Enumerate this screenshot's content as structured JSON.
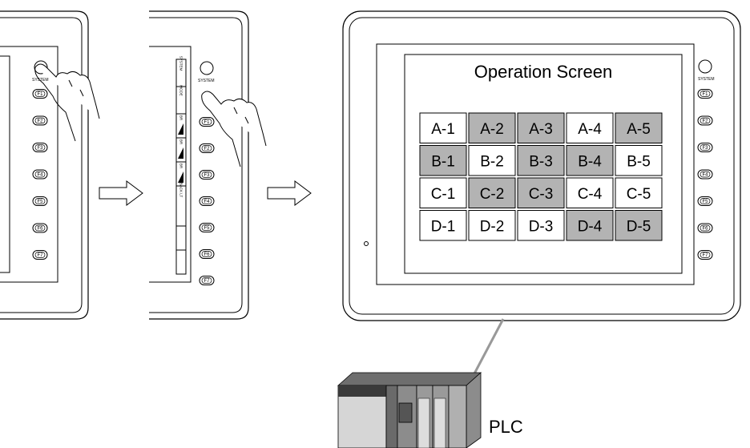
{
  "screen": {
    "title": "Operation Screen",
    "grid": [
      [
        {
          "label": "A-1",
          "shaded": false
        },
        {
          "label": "A-2",
          "shaded": true
        },
        {
          "label": "A-3",
          "shaded": true
        },
        {
          "label": "A-4",
          "shaded": false
        },
        {
          "label": "A-5",
          "shaded": true
        }
      ],
      [
        {
          "label": "B-1",
          "shaded": true
        },
        {
          "label": "B-2",
          "shaded": false
        },
        {
          "label": "B-3",
          "shaded": true
        },
        {
          "label": "B-4",
          "shaded": true
        },
        {
          "label": "B-5",
          "shaded": false
        }
      ],
      [
        {
          "label": "C-1",
          "shaded": false
        },
        {
          "label": "C-2",
          "shaded": true
        },
        {
          "label": "C-3",
          "shaded": true
        },
        {
          "label": "C-4",
          "shaded": false
        },
        {
          "label": "C-5",
          "shaded": false
        }
      ],
      [
        {
          "label": "D-1",
          "shaded": false
        },
        {
          "label": "D-2",
          "shaded": false
        },
        {
          "label": "D-3",
          "shaded": false
        },
        {
          "label": "D-4",
          "shaded": true
        },
        {
          "label": "D-5",
          "shaded": true
        }
      ]
    ]
  },
  "system_label": "SYSTEM",
  "function_keys": [
    "F1",
    "F2",
    "F3",
    "F4",
    "F5",
    "F6",
    "F7"
  ],
  "system_menu": [
    "SYSTEM",
    "MODE",
    "BR",
    "BR",
    "BR",
    "BACK LT"
  ],
  "plc_label": "PLC",
  "colors": {
    "shaded": "#b3b3b3",
    "cell": "#ffffff",
    "stroke": "#000000",
    "cable": "#999999",
    "plc_dark": "#3a3a3a",
    "plc_mid": "#8c8c8c",
    "plc_light": "#d6d6d6"
  }
}
